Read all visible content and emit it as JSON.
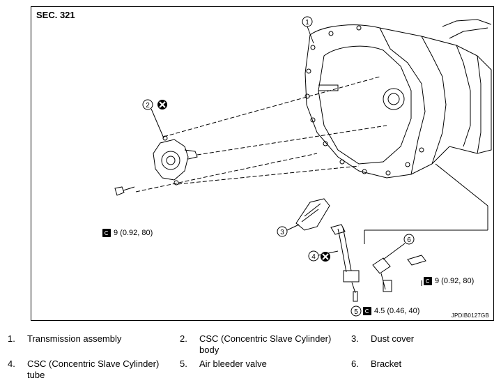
{
  "figure": {
    "section": "SEC. 321",
    "figure_id": "JPDIB0127GB",
    "callouts": [
      "1",
      "2",
      "3",
      "4",
      "5",
      "6"
    ],
    "torque_labels": [
      {
        "value": "9 (0.92, 80)"
      },
      {
        "value": "9 (0.92, 80)"
      },
      {
        "value": "4.5 (0.46, 40)"
      }
    ]
  },
  "legend": [
    {
      "num": "1.",
      "text": "Transmission assembly"
    },
    {
      "num": "2.",
      "text": "CSC (Concentric Slave Cylinder) body"
    },
    {
      "num": "3.",
      "text": "Dust cover"
    },
    {
      "num": "4.",
      "text": "CSC (Concentric Slave Cylinder) tube"
    },
    {
      "num": "5.",
      "text": "Air bleeder valve"
    },
    {
      "num": "6.",
      "text": "Bracket"
    }
  ],
  "colors": {
    "line": "#000000",
    "background": "#ffffff"
  }
}
